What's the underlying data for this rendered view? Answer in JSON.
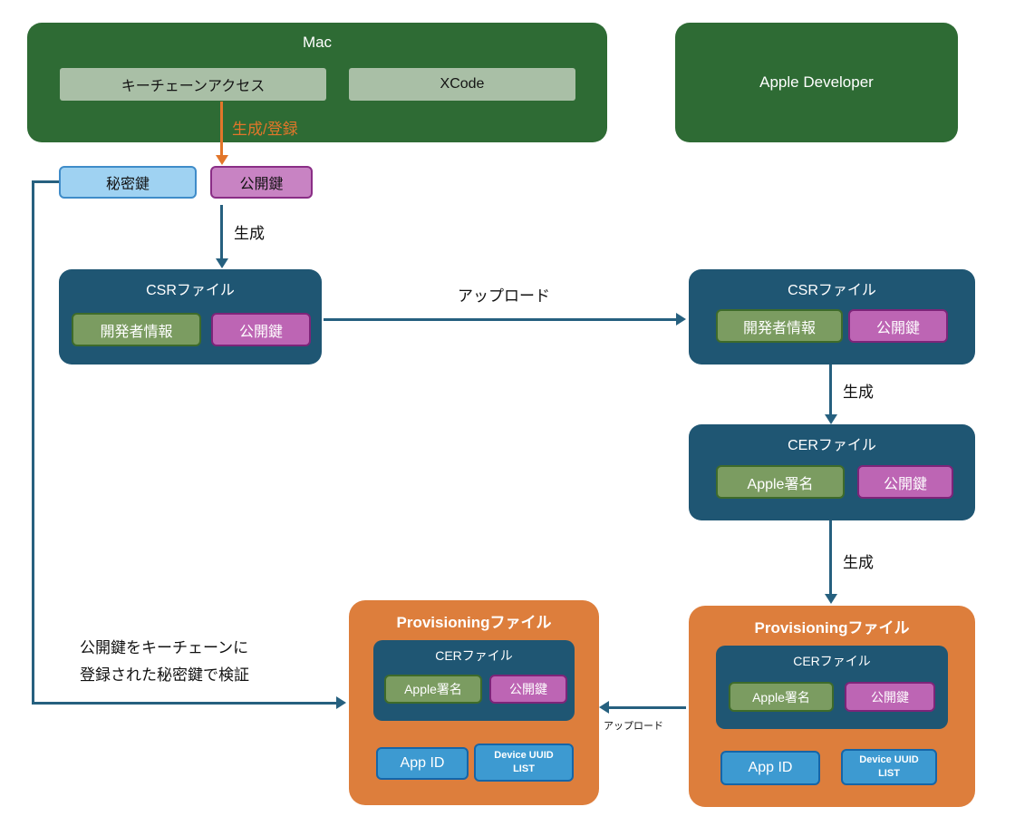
{
  "nodes": {
    "mac": {
      "title": "Mac",
      "keychain": "キーチェーンアクセス",
      "xcode": "XCode"
    },
    "apple_developer": {
      "title": "Apple Developer"
    },
    "private_key": {
      "label": "秘密鍵"
    },
    "public_key": {
      "label": "公開鍵"
    },
    "csr": {
      "title": "CSRファイル",
      "dev_info": "開発者情報",
      "public_key": "公開鍵"
    },
    "cer": {
      "title": "CERファイル",
      "apple_signature": "Apple署名",
      "public_key": "公開鍵"
    },
    "provisioning": {
      "title": "Provisioningファイル",
      "cer_title": "CERファイル",
      "apple_signature": "Apple署名",
      "public_key": "公開鍵",
      "app_id": "App ID",
      "device_uuid_line1": "Device UUID",
      "device_uuid_line2": "LIST"
    }
  },
  "labels": {
    "generate_register": "生成/登録",
    "generate": "生成",
    "upload": "アップロード",
    "verify_line1": "公開鍵をキーチェーンに",
    "verify_line2": "登録された秘密鍵で検証"
  },
  "colors": {
    "green": "#2e6b34",
    "sage": "#a9bfa6",
    "teal": "#1f5673",
    "orange": "#dd7e3c",
    "blue": "#3d9ad1",
    "light_blue": "#9fd2f2",
    "purple": "#bd65b4",
    "inner_green": "#7b9c61",
    "arrow_teal": "#26607f",
    "arrow_orange": "#e2762a"
  }
}
